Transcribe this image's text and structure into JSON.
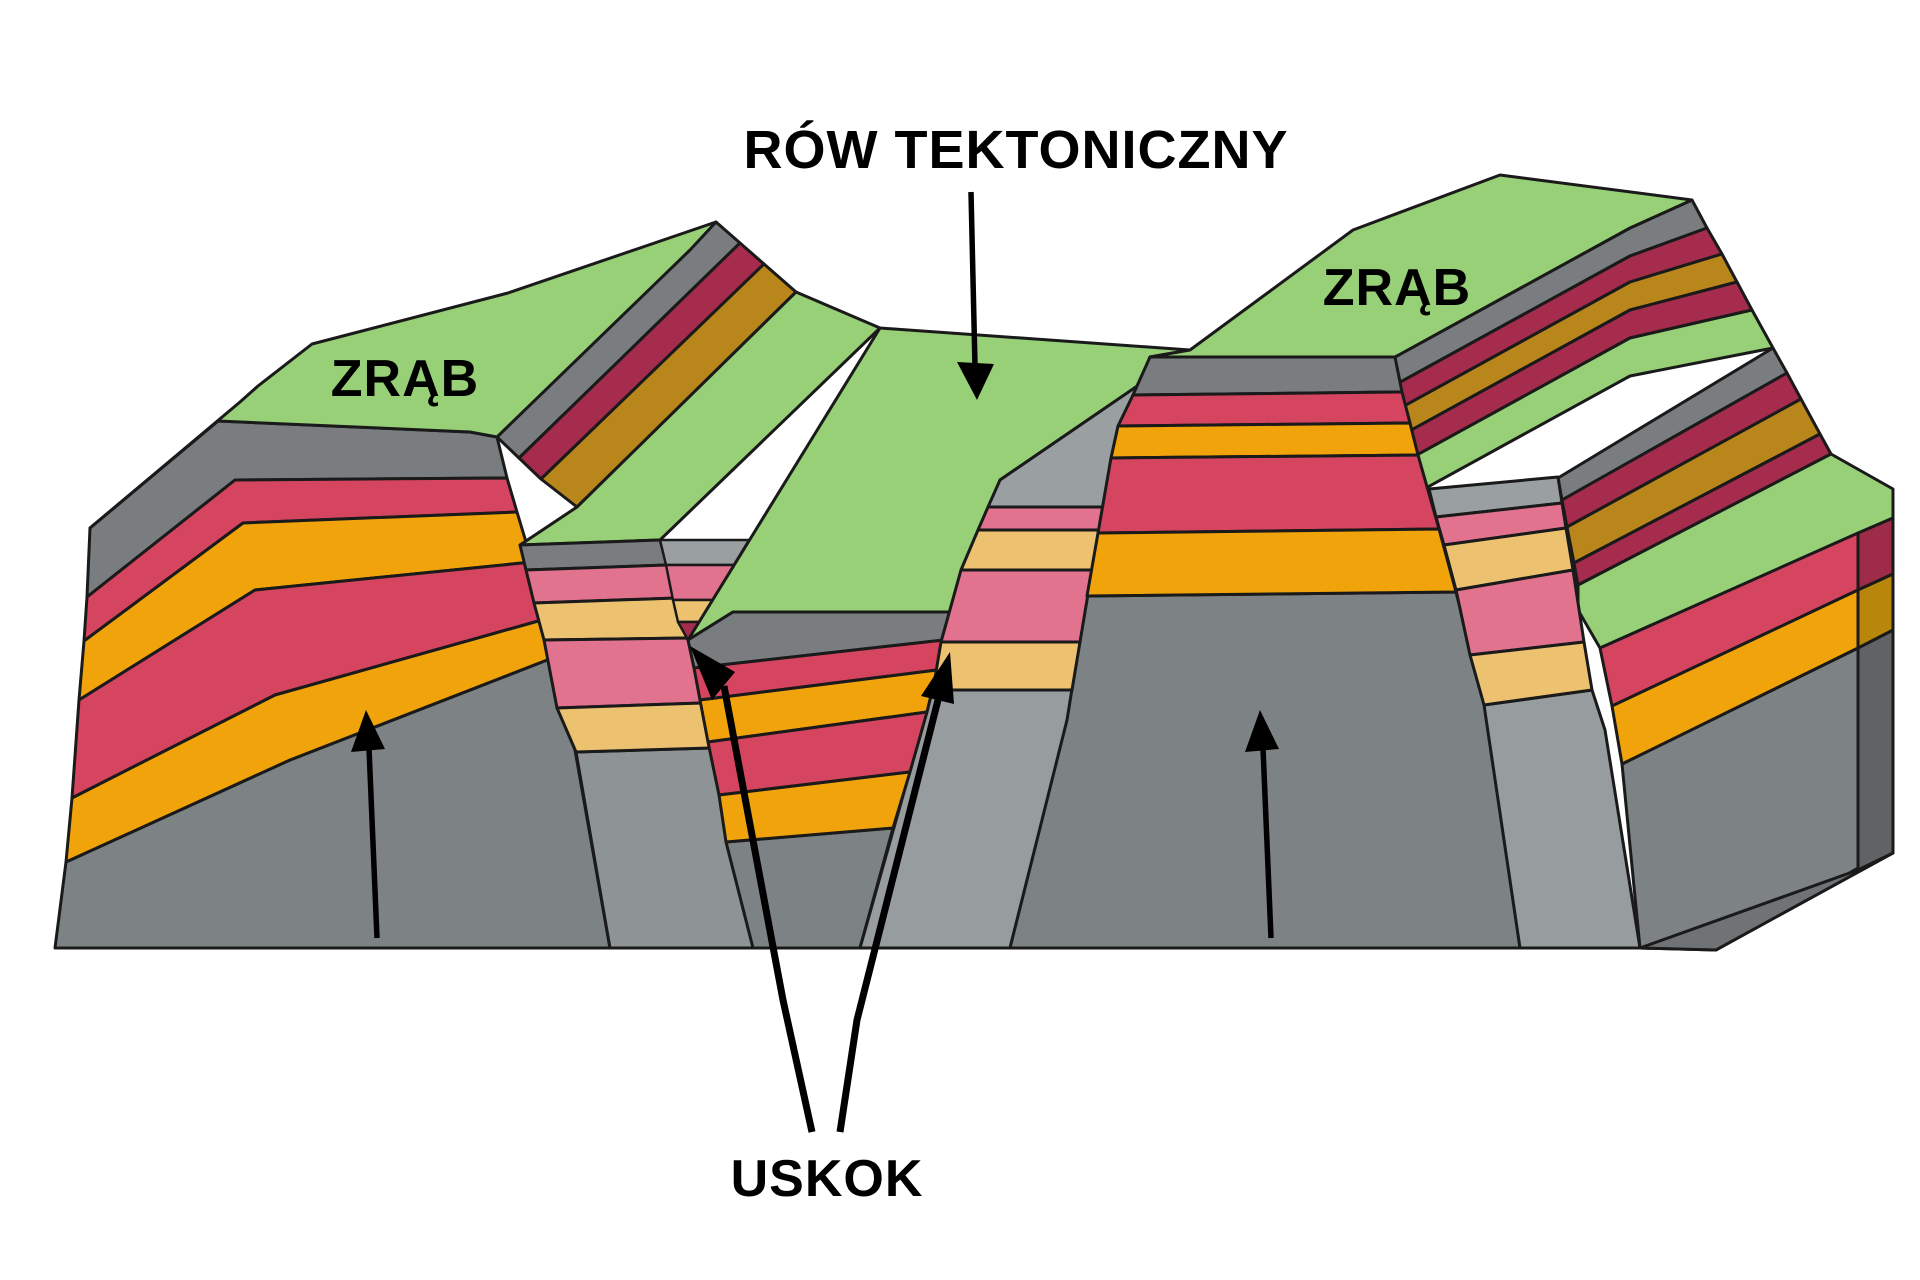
{
  "title": "RÓW TEKTONICZNY",
  "labels": {
    "horst_left": "ZRĄB",
    "horst_right": "ZRĄB",
    "fault": "USKOK"
  },
  "colors": {
    "background": "#ffffff",
    "outline": "#1a1a1a",
    "arrow": "#000000",
    "green": "#97d077",
    "gray_layer": "#797d7f",
    "crimson": "#d6455f",
    "orange": "#f0a30a",
    "dark_crimson": "#a52c4c",
    "ochre": "#b8861b",
    "pink": "#e2738e",
    "tan": "#ecc271",
    "gray_muted": "#9aa0a2",
    "base": "#7d8284",
    "base_dark": "#6f7375",
    "base_light": "#8e9395",
    "base_muted": "#979c9e",
    "side_dark": "#5f6365",
    "side_crimson": "#9e2b47",
    "side_orange": "#b8860b"
  }
}
